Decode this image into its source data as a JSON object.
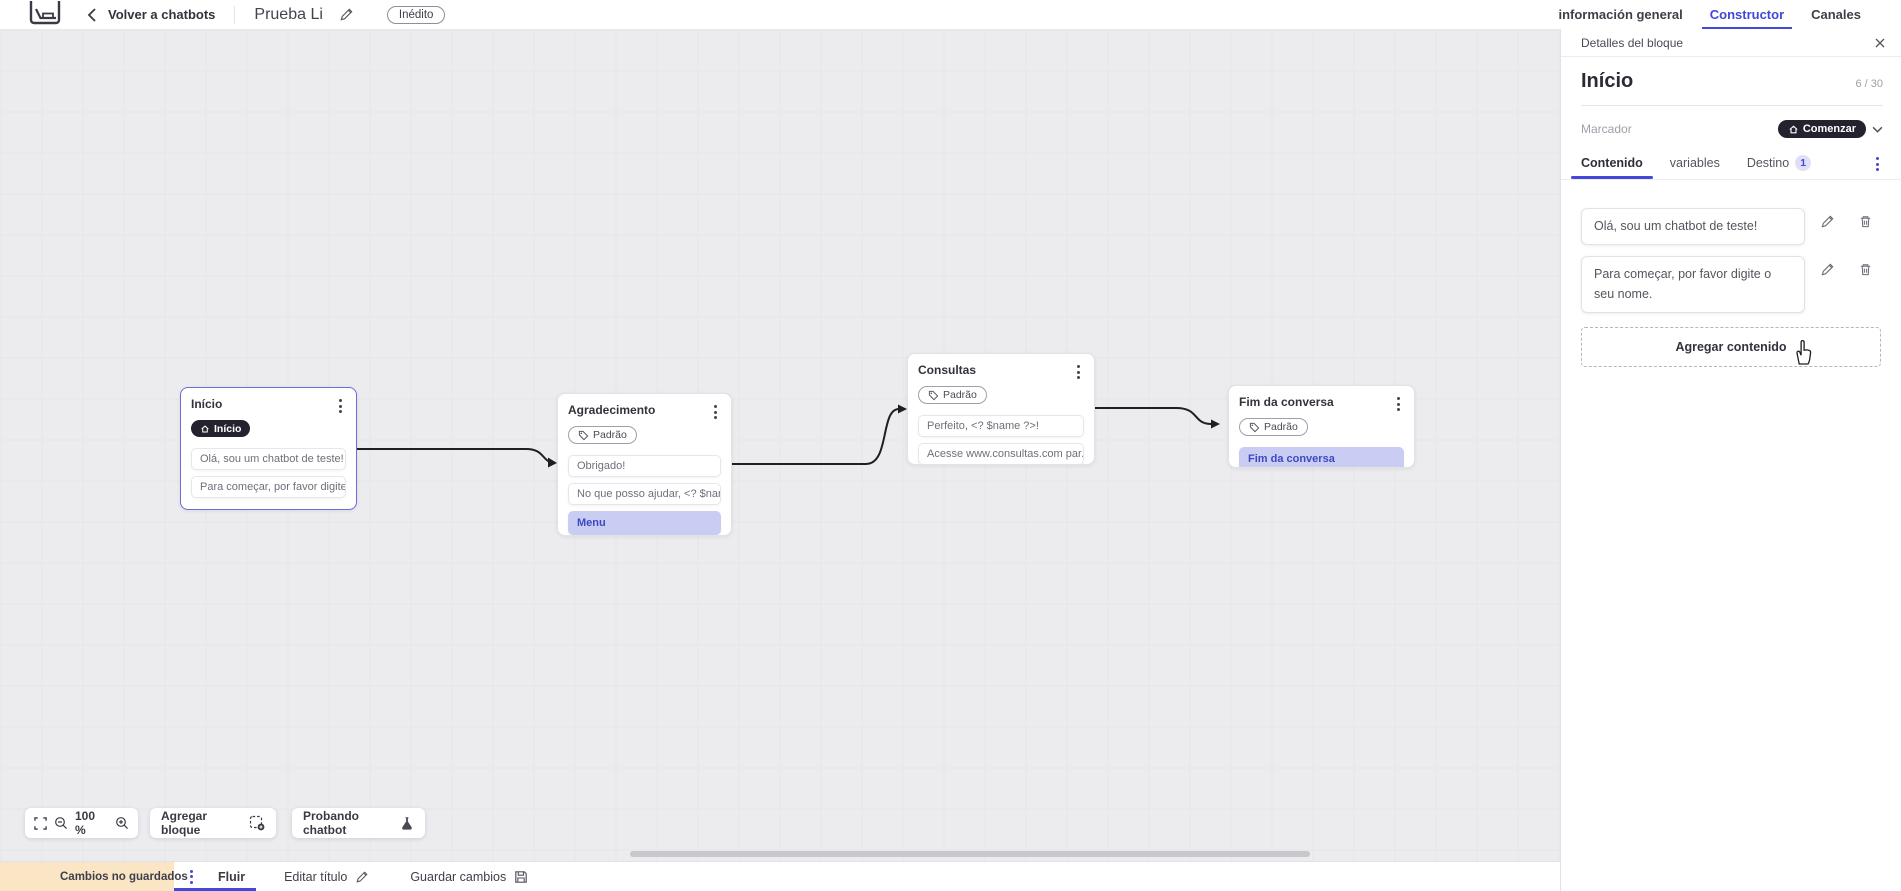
{
  "header": {
    "back_label": "Volver a chatbots",
    "title": "Prueba Li",
    "status_badge": "Inédito",
    "tabs": [
      {
        "label": "información general",
        "active": false
      },
      {
        "label": "Constructor",
        "active": true
      },
      {
        "label": "Canales",
        "active": false
      }
    ]
  },
  "canvas": {
    "blocks": [
      {
        "title": "Início",
        "badge": "Início",
        "selected": true,
        "rows": [
          {
            "label": "Olá, sou um chatbot de teste!"
          },
          {
            "label": "Para começar, por favor digite o ..."
          }
        ]
      },
      {
        "title": "Agradecimento",
        "badge": "Padrão",
        "rows": [
          {
            "label": "Obrigado!"
          },
          {
            "label": "No que posso ajudar, <? $name ..."
          },
          {
            "label": "Menu"
          }
        ]
      },
      {
        "title": "Consultas",
        "badge": "Padrão",
        "rows": [
          {
            "label": "Perfeito, <? $name ?>!"
          },
          {
            "label": "Acesse www.consultas.com par..."
          }
        ]
      },
      {
        "title": "Fim da conversa",
        "badge": "Padrão",
        "rows": [
          {
            "label": "Fim da conversa"
          }
        ]
      }
    ],
    "toolbar": {
      "zoom_level": "100 %",
      "add_block_label": "Agregar bloque",
      "test_chatbot_label": "Probando chatbot"
    }
  },
  "panel": {
    "header": "Detalles del bloque",
    "block_name": "Início",
    "name_counter": "6 / 30",
    "marker_label": "Marcador",
    "marker_value": "Comenzar",
    "tabs": [
      {
        "label": "Contenido",
        "active": true
      },
      {
        "label": "variables",
        "active": false
      },
      {
        "label": "Destino",
        "active": false,
        "badge": "1"
      }
    ],
    "contents": [
      {
        "text": "Olá, sou um chatbot de teste!"
      },
      {
        "text": "Para começar, por favor digite o seu nome."
      }
    ],
    "add_content_label": "Agregar contenido"
  },
  "footer": {
    "unsaved_label": "Cambios no guardados",
    "flow_tab_label": "Fluir",
    "edit_title_label": "Editar título",
    "save_label": "Guardar cambios"
  },
  "colors": {
    "accent": "#4348d8",
    "dark_pill": "#23222e",
    "selected_block_border": "#6c6cdb",
    "lavender_row_bg": "#c9cdf3",
    "lavender_row_text": "#3d49c0",
    "warning_bg": "#fae6c5",
    "warning_icon": "#f2bc57",
    "canvas_bg": "#ececef"
  }
}
